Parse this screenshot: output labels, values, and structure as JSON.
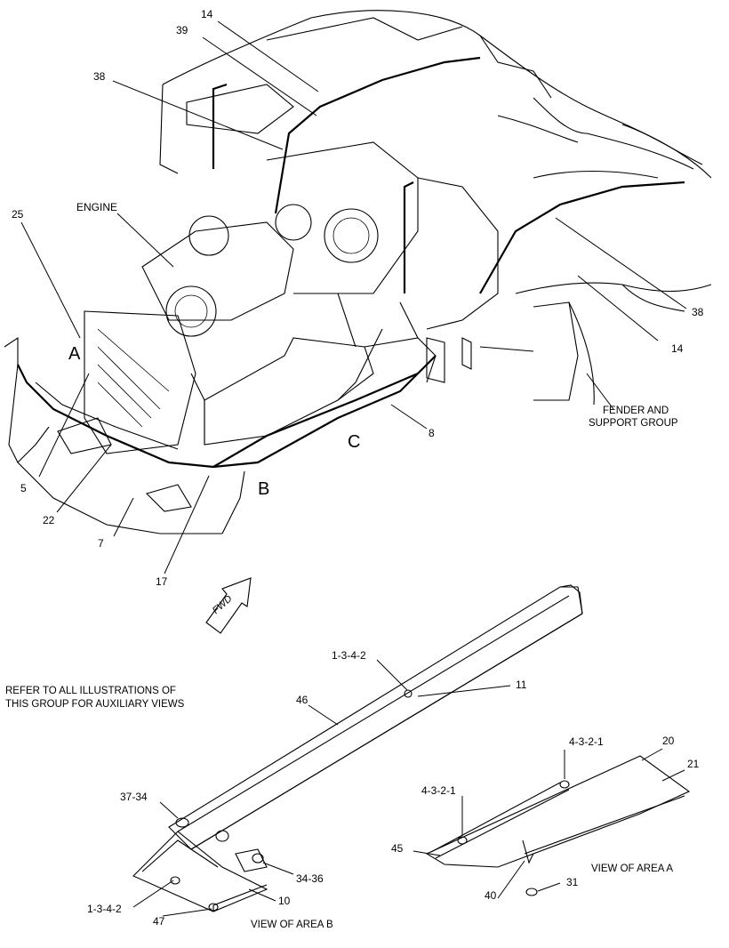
{
  "labels": {
    "c14_top": "14",
    "c39": "39",
    "c38_left": "38",
    "engine": "ENGINE",
    "c25": "25",
    "area_a": "A",
    "c5": "5",
    "c22": "22",
    "c7": "7",
    "c17": "17",
    "area_b": "B",
    "area_c": "C",
    "c8": "8",
    "c38_right": "38",
    "c14_right": "14",
    "fender_line1": "FENDER AND",
    "fender_line2": "SUPPORT GROUP",
    "fwd": "FWD",
    "c1342_top": "1-3-4-2",
    "c11": "11",
    "c46": "46",
    "refer_line1": "REFER TO ALL ILLUSTRATIONS OF",
    "refer_line2": "THIS GROUP FOR AUXILIARY VIEWS",
    "c3734": "37-34",
    "c3436": "34-36",
    "c1342_bottom": "1-3-4-2",
    "c10": "10",
    "c47": "47",
    "view_b": "VIEW OF AREA B",
    "c4321_right": "4-3-2-1",
    "c20": "20",
    "c21": "21",
    "c4321_left": "4-3-2-1",
    "c45": "45",
    "view_a": "VIEW OF AREA A",
    "c40": "40",
    "c31": "31"
  }
}
